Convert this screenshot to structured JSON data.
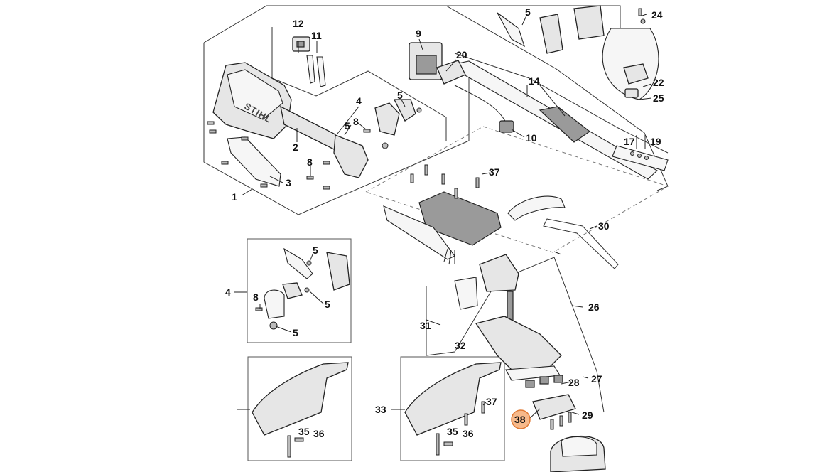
{
  "diagram": {
    "callouts": [
      "1",
      "2",
      "3",
      "4",
      "5",
      "8",
      "9",
      "10",
      "11",
      "12",
      "14",
      "17",
      "19",
      "20",
      "22",
      "24",
      "25",
      "26",
      "27",
      "28",
      "29",
      "30",
      "31",
      "32",
      "33",
      "35",
      "36",
      "37",
      "38"
    ],
    "highlighted_callout": "38",
    "brand_logo": "STIHL",
    "colors": {
      "highlight_fill": "#f7b98a",
      "highlight_stroke": "#e07a35",
      "line": "#222222"
    }
  }
}
